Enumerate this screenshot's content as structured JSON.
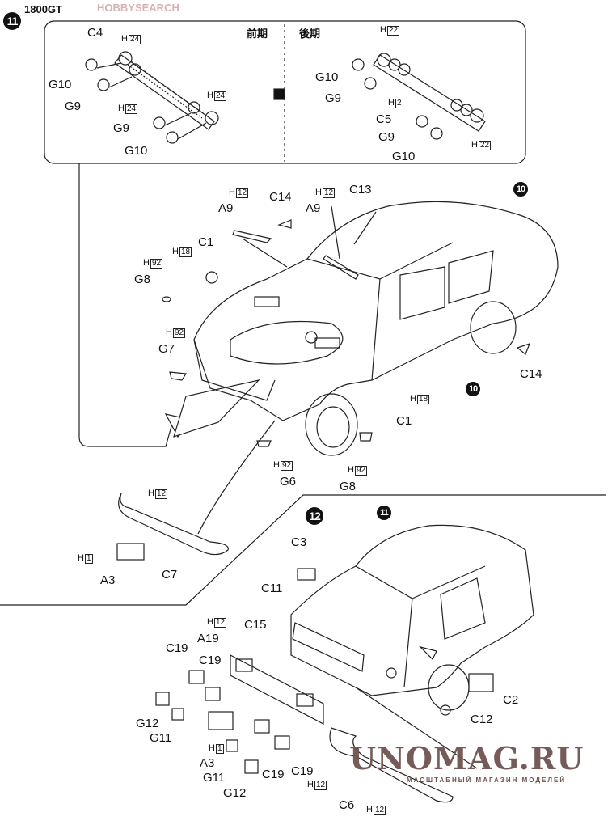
{
  "header": {
    "title": "1800GT",
    "watermark": "HOBBYSEARCH"
  },
  "h_prefix": "H",
  "step11": {
    "number": "11",
    "inset": {
      "early_label": "前期",
      "late_label": "後期",
      "early_parts": [
        "C4",
        "24",
        "G10",
        "G9",
        "24",
        "24",
        "G9",
        "G10"
      ],
      "late_parts": [
        "22",
        "G10",
        "G9",
        "2",
        "C5",
        "G9",
        "22",
        "G10"
      ]
    },
    "refs": [
      "10",
      "10"
    ],
    "parts": [
      "12",
      "A9",
      "C14",
      "12",
      "A9",
      "C13",
      "18",
      "C1",
      "92",
      "G8",
      "92",
      "G7",
      "C14",
      "18",
      "C1",
      "92",
      "G6",
      "92",
      "G8",
      "12",
      "1",
      "A3",
      "C7"
    ]
  },
  "step12": {
    "number": "12",
    "ref": "11",
    "parts": [
      "C3",
      "C11",
      "12",
      "A19",
      "C15",
      "C19",
      "C19",
      "G12",
      "G11",
      "1",
      "A3",
      "G11",
      "G12",
      "C19",
      "C19",
      "C2",
      "C12",
      "12",
      "C6",
      "12"
    ]
  },
  "watermark": {
    "name": "UNOMAG.RU",
    "tagline": "МАСШТАБНЫЙ МАГАЗИН МОДЕЛЕЙ"
  },
  "colors": {
    "ink": "#111111",
    "watermark": "#6e5450"
  }
}
